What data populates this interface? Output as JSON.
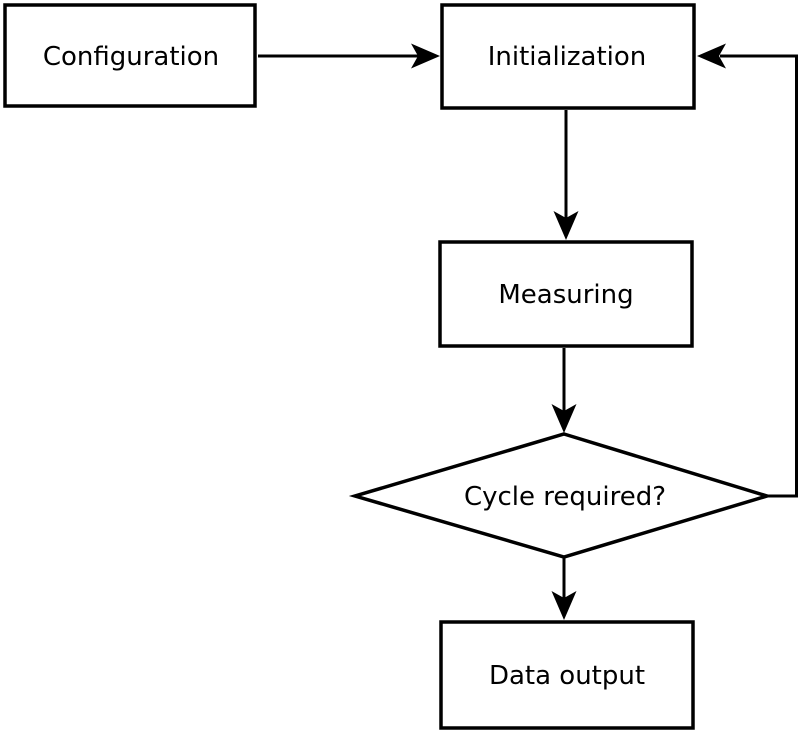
{
  "diagram": {
    "type": "flowchart",
    "background_color": "#ffffff",
    "stroke_color": "#000000",
    "node_fill_color": "#ffffff",
    "text_color": "#000000",
    "nodes": [
      {
        "id": "configuration",
        "label": "Configuration",
        "shape": "rectangle"
      },
      {
        "id": "initialization",
        "label": "Initialization",
        "shape": "rectangle"
      },
      {
        "id": "measuring",
        "label": "Measuring",
        "shape": "rectangle"
      },
      {
        "id": "cycle-required",
        "label": "Cycle required?",
        "shape": "diamond"
      },
      {
        "id": "data-output",
        "label": "Data output",
        "shape": "rectangle"
      }
    ],
    "edges": [
      {
        "from": "configuration",
        "to": "initialization",
        "kind": "arrow"
      },
      {
        "from": "initialization",
        "to": "measuring",
        "kind": "arrow"
      },
      {
        "from": "measuring",
        "to": "cycle-required",
        "kind": "arrow"
      },
      {
        "from": "cycle-required",
        "to": "data-output",
        "kind": "arrow"
      },
      {
        "from": "cycle-required",
        "to": "initialization",
        "kind": "loop-back-arrow"
      }
    ]
  }
}
